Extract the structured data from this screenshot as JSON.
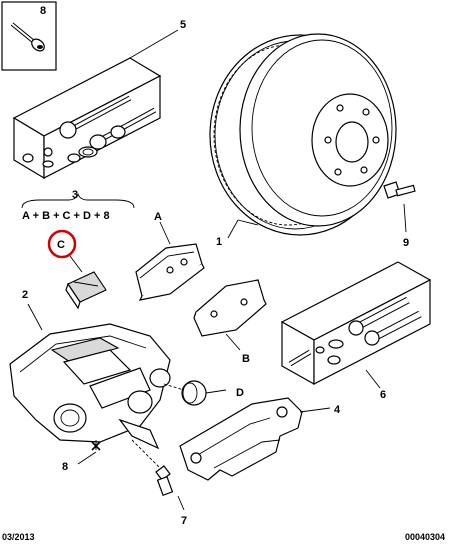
{
  "labels": {
    "inset_part": "8",
    "brake_disc": "1",
    "caliper": "2",
    "kit_formula_number": "3",
    "kit_formula": "A + B + C + D + 8",
    "carrier_bracket": "4",
    "bolt_kit": "5",
    "guide_pin_kit": "6",
    "bleed_screw": "7",
    "caliper_bolt": "8",
    "wheel_stud": "9",
    "pad_inner": "A",
    "pad_outer": "B",
    "clip_highlighted": "C",
    "piston_seal": "D"
  },
  "footer": {
    "date": "03/2013",
    "reference": "00040304"
  },
  "colors": {
    "highlight_circle": "#d40000",
    "line": "#000000",
    "shade": "#d9d9d9"
  }
}
